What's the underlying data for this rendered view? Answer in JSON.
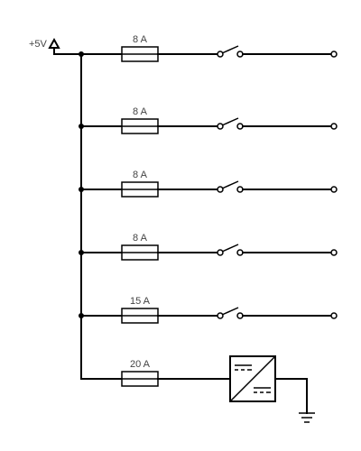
{
  "supply": {
    "label": "+5V"
  },
  "branches": [
    {
      "fuse_label": "8 A",
      "load": "switch"
    },
    {
      "fuse_label": "8 A",
      "load": "switch"
    },
    {
      "fuse_label": "8 A",
      "load": "switch"
    },
    {
      "fuse_label": "8 A",
      "load": "switch"
    },
    {
      "fuse_label": "15 A",
      "load": "switch"
    },
    {
      "fuse_label": "20 A",
      "load": "dc-dc-converter"
    }
  ],
  "colors": {
    "line": "#000000",
    "label": "#444444",
    "background": "#ffffff"
  },
  "icons": {
    "supply": "supply-arrow-icon",
    "ground": "ground-icon",
    "converter": "dc-dc-converter-icon"
  }
}
